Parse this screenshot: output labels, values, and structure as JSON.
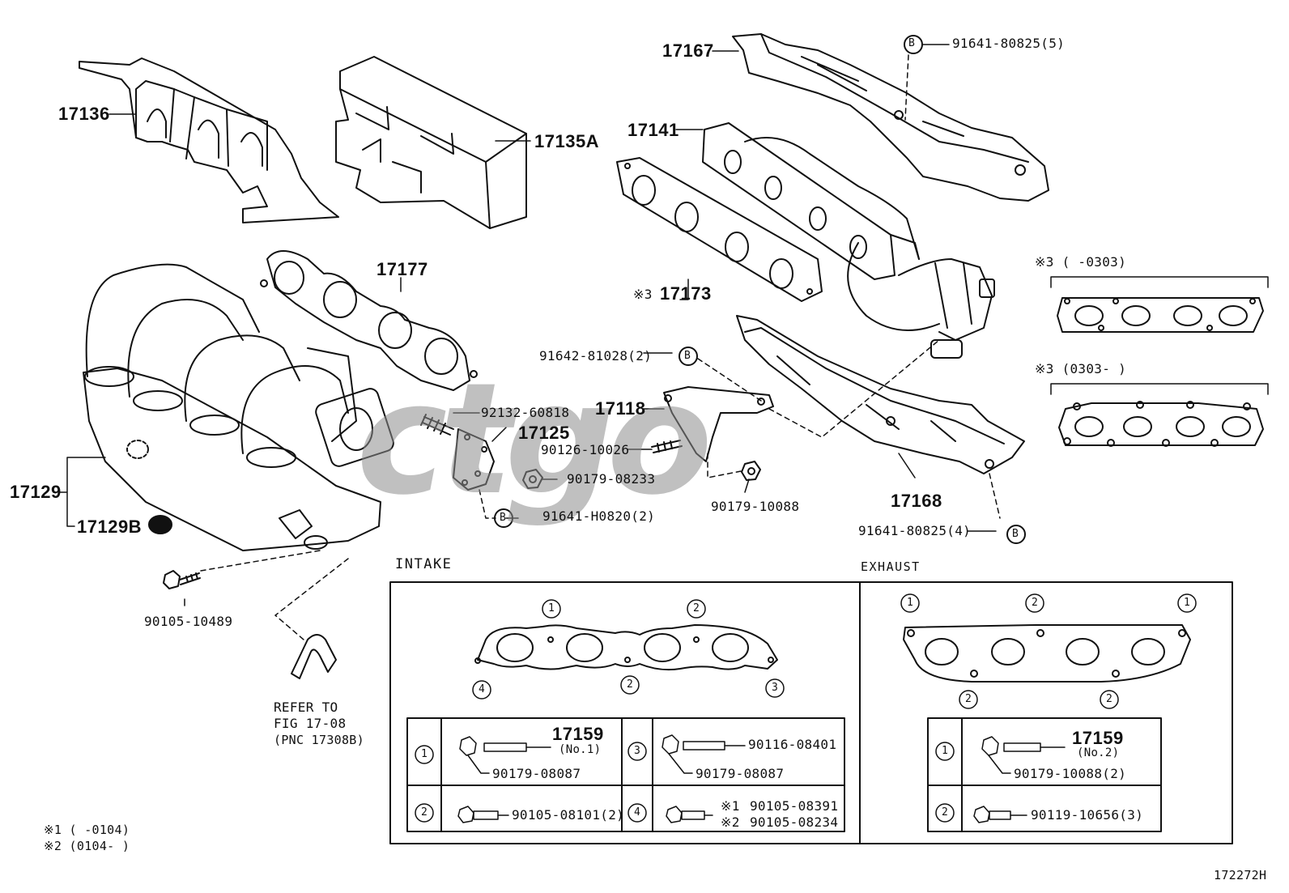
{
  "labels": {
    "p17136": "17136",
    "p17135a": "17135A",
    "p17167": "17167",
    "p17141": "17141",
    "p17173": "17173",
    "p17177": "17177",
    "p17129": "17129",
    "p17129b": "17129B",
    "p17118": "17118",
    "p17125": "17125",
    "p17168": "17168",
    "b_9164180825_5": "91641-80825(5)",
    "b_9164281028_2": "91642-81028(2)",
    "p_9213260818": "92132-60818",
    "p_9012610026": "90126-10026",
    "p_9017908233": "90179-08233",
    "b_91641h0820_2": "91641-H0820(2)",
    "p_9017910088": "90179-10088",
    "b_9164180825_4": "91641-80825(4)",
    "p_9010510489": "90105-10489",
    "refer_line1": "REFER TO",
    "refer_line2": "FIG 17-08",
    "refer_line3": "(PNC 17308B)",
    "mark3": "※3",
    "b_letter": "B"
  },
  "variants": {
    "v3_early": "※3 (     -0303)",
    "v3_late": "※3 (0303-     )"
  },
  "intake": {
    "title": "INTAKE",
    "n1": "1",
    "n2": "2",
    "n3": "3",
    "n4": "4",
    "r1_part": "17159",
    "r1_sub": "(No.1)",
    "r1_nut": "90179-08087",
    "r3_stud": "90116-08401",
    "r3_nut": "90179-08087",
    "r2_bolt": "90105-08101(2)",
    "r4_m1": "※1",
    "r4_m2": "※2",
    "r4_b1": "90105-08391",
    "r4_b2": "90105-08234"
  },
  "exhaust": {
    "title": "EXHAUST",
    "n1": "1",
    "n2": "2",
    "r1_part": "17159",
    "r1_sub": "(No.2)",
    "r1_nut": "90179-10088(2)",
    "r2_bolt": "90119-10656(3)"
  },
  "footnotes": {
    "f1": "※1 (     -0104)",
    "f2": "※2 (0104-     )"
  },
  "figure_id": "172272H",
  "watermark": "ctgo"
}
